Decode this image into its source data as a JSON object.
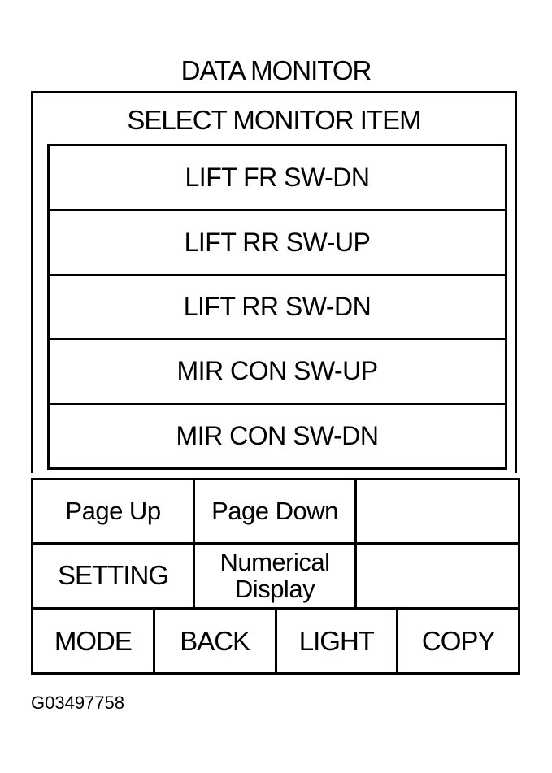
{
  "title": "DATA MONITOR",
  "heading": "SELECT MONITOR ITEM",
  "items": [
    "LIFT FR SW-DN",
    "LIFT RR SW-UP",
    "LIFT RR SW-DN",
    "MIR CON SW-UP",
    "MIR CON SW-DN"
  ],
  "buttons": {
    "page_up": "Page Up",
    "page_down": "Page Down",
    "setting": "SETTING",
    "numerical_display": "Numerical Display",
    "mode": "MODE",
    "back": "BACK",
    "light": "LIGHT",
    "copy": "COPY"
  },
  "figure_id": "G03497758"
}
